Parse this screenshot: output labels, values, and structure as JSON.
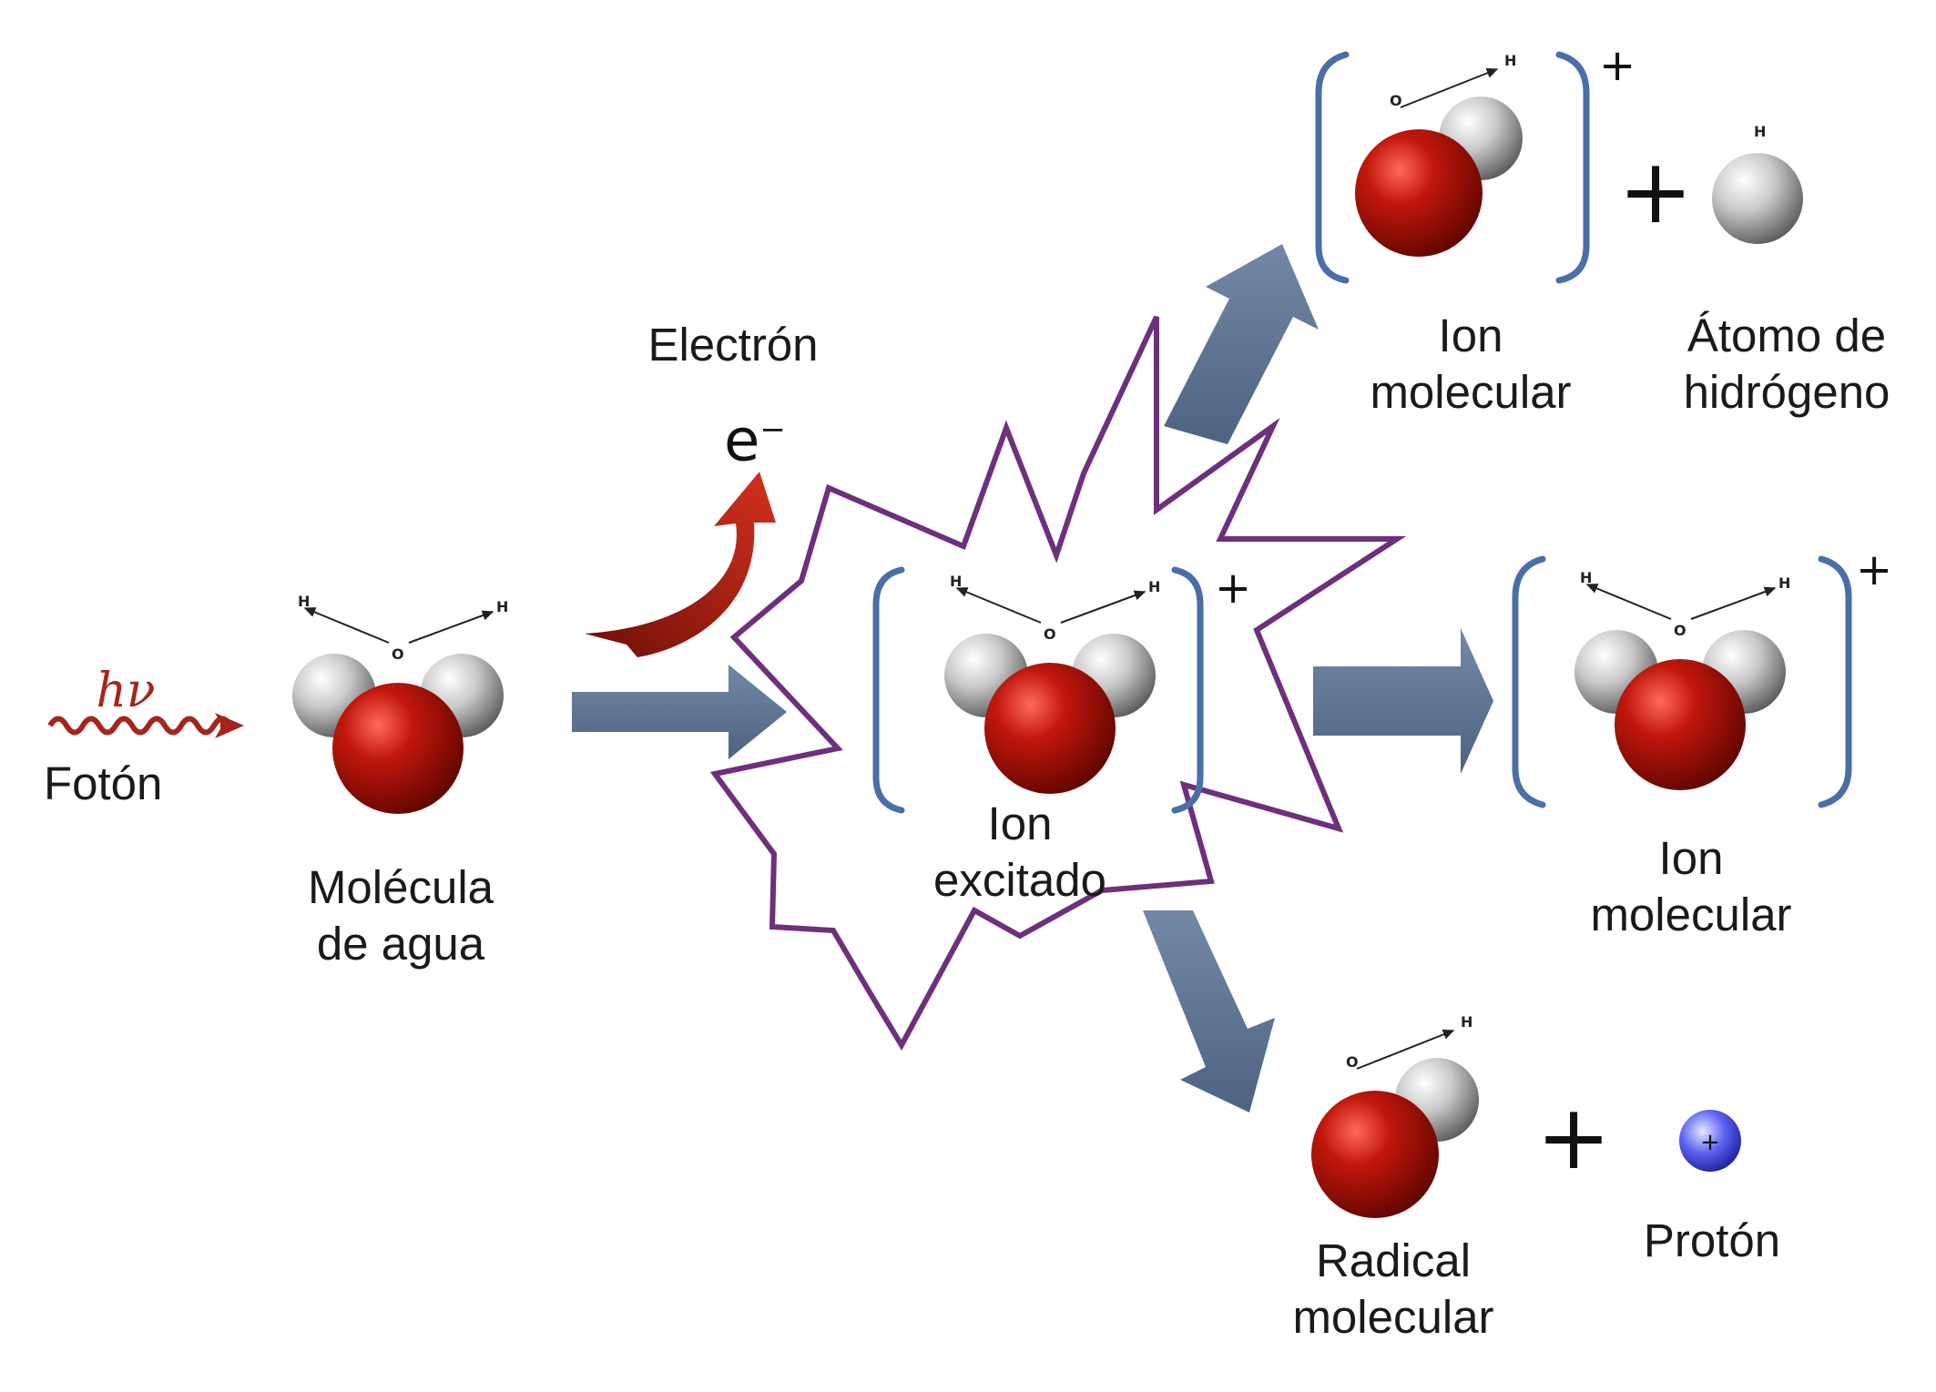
{
  "labels": {
    "photon_symbol": "hν",
    "photon": "Fotón",
    "water_line1": "Molécula",
    "water_line2": "de agua",
    "electron_title": "Electrón",
    "electron_symbol": "e",
    "electron_sup": "−",
    "excited_line1": "Ion",
    "excited_line2": "excitado",
    "mol_ion_top_line1": "Ion",
    "mol_ion_top_line2": "molecular",
    "h_atom_line1": "Átomo de",
    "h_atom_line2": "hidrógeno",
    "mol_ion_mid_line1": "Ion",
    "mol_ion_mid_line2": "molecular",
    "radical_line1": "Radical",
    "radical_line2": "molecular",
    "proton": "Protón",
    "proton_sign": "+",
    "charge": "+",
    "plus": "+",
    "atom_h": "H",
    "atom_o": "O"
  },
  "colors": {
    "oxygen": "#b01810",
    "hydrogen": "#c8c8c8",
    "arrow": "#5f7593",
    "burst": "#6e2f7d",
    "bracket": "#4a6ea8",
    "photon": "#a4261b",
    "electron_arrow": "#a82414",
    "proton": "#3b3fd6"
  }
}
